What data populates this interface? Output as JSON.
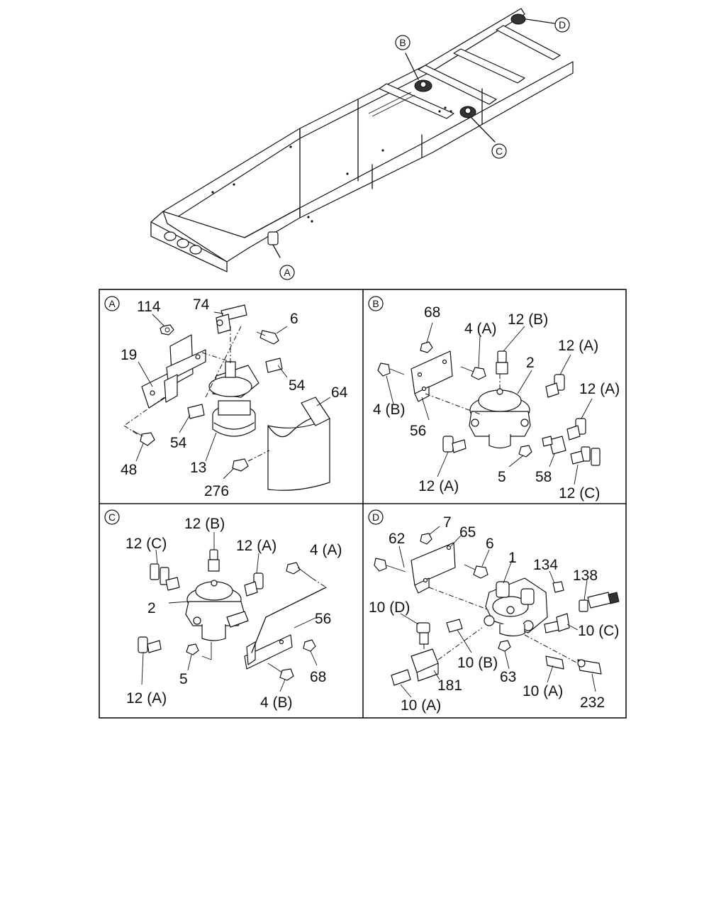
{
  "callouts": {
    "overview": [
      "A",
      "B",
      "C",
      "D"
    ],
    "panel_a": "A",
    "panel_b": "B",
    "panel_c": "C",
    "panel_d": "D"
  },
  "panel_a_labels": [
    "114",
    "74",
    "6",
    "19",
    "54",
    "64",
    "54",
    "48",
    "13",
    "276"
  ],
  "panel_b_labels": [
    "68",
    "4 (A)",
    "12 (B)",
    "12 (A)",
    "2",
    "12 (A)",
    "4 (B)",
    "56",
    "12 (A)",
    "5",
    "58",
    "12 (C)"
  ],
  "panel_c_labels": [
    "12 (B)",
    "12 (C)",
    "12 (A)",
    "4 (A)",
    "2",
    "56",
    "5",
    "68",
    "12 (A)",
    "4 (B)"
  ],
  "panel_d_labels": [
    "7",
    "65",
    "62",
    "6",
    "1",
    "134",
    "138",
    "10 (D)",
    "10 (C)",
    "10 (B)",
    "63",
    "181",
    "10 (A)",
    "10 (A)",
    "232"
  ]
}
